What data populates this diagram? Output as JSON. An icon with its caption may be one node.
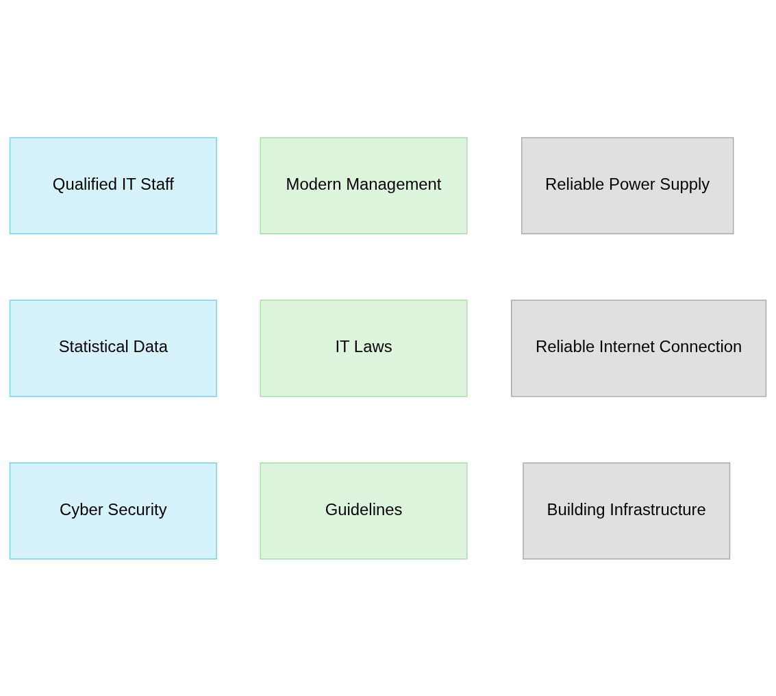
{
  "diagram": {
    "nodes": [
      {
        "text": [
          "Qualified IT Staff"
        ]
      },
      {
        "text": [
          "Statistical Data"
        ]
      },
      {
        "text": [
          "Cyber Security"
        ]
      },
      {
        "text": [
          "Modern Management"
        ]
      },
      {
        "text": [
          "IT Laws"
        ]
      },
      {
        "text": [
          "Guidelines"
        ]
      },
      {
        "text": [
          "Reliable Power Supply"
        ]
      },
      {
        "text": [
          "Reliable Internet Connection"
        ]
      },
      {
        "text": [
          "Building Infrastructure"
        ]
      }
    ],
    "edges": []
  }
}
